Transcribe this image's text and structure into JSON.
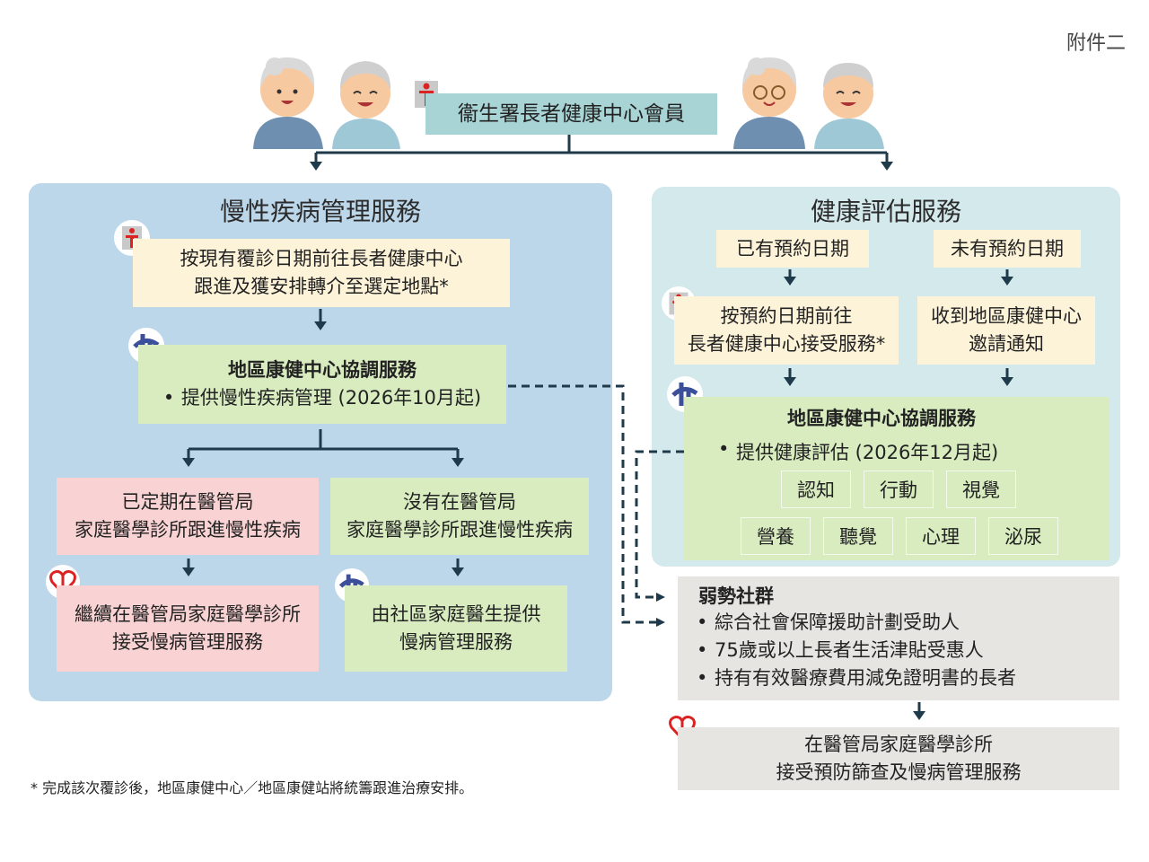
{
  "annex_label": "附件二",
  "top": {
    "member_label": "衞生署長者健康中心會員"
  },
  "left_panel": {
    "title": "慢性疾病管理服務",
    "step1": [
      "按現有覆診日期前往長者健康中心",
      "跟進及獲安排轉介至選定地點*"
    ],
    "dhc": {
      "title": "地區康健中心協調服務",
      "bullet": "提供慢性疾病管理 (2026年10月起)"
    },
    "branch_a": {
      "top": [
        "已定期在醫管局",
        "家庭醫學診所跟進慢性疾病"
      ],
      "bottom": [
        "繼續在醫管局家庭醫學診所",
        "接受慢病管理服務"
      ]
    },
    "branch_b": {
      "top": [
        "沒有在醫管局",
        "家庭醫學診所跟進慢性疾病"
      ],
      "bottom": [
        "由社區家庭醫生提供",
        "慢病管理服務"
      ]
    }
  },
  "right_panel": {
    "title": "健康評估服務",
    "col_a": {
      "header": "已有預約日期",
      "step": [
        "按預約日期前往",
        "長者健康中心接受服務*"
      ]
    },
    "col_b": {
      "header": "未有預約日期",
      "step": [
        "收到地區康健中心",
        "邀請通知"
      ]
    },
    "dhc": {
      "title": "地區康健中心協調服務",
      "bullet": "提供健康評估 (2026年12月起)"
    },
    "assessments": [
      "認知",
      "行動",
      "視覺",
      "營養",
      "聽覺",
      "心理",
      "泌尿"
    ]
  },
  "vulnerable": {
    "title": "弱勢社群",
    "items": [
      "綜合社會保障援助計劃受助人",
      "75歲或以上長者生活津貼受惠人",
      "持有有效醫療費用減免證明書的長者"
    ]
  },
  "final_box": [
    "在醫管局家庭醫學診所",
    "接受預防篩查及慢病管理服務"
  ],
  "footnote": "* 完成該次覆診後，地區康健中心／地區康健站將統籌跟進治療安排。",
  "colors": {
    "left_panel_bg": "#bdd7ea",
    "right_panel_bg": "#d3e9ec",
    "line": "#1f3a4a"
  },
  "icons": [
    "elderly-couple-left",
    "elderly-couple-right",
    "dh-logo-icon",
    "dhc-logo-icon",
    "ha-logo-icon"
  ]
}
